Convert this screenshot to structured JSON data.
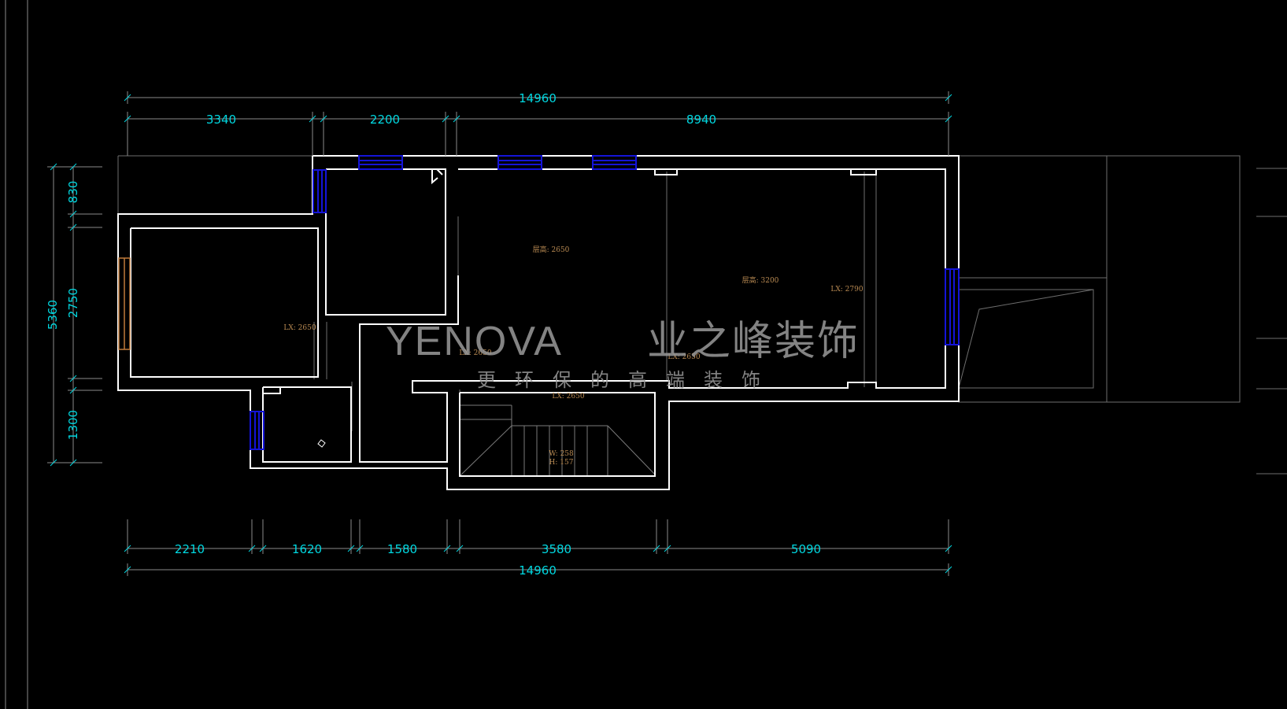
{
  "colors": {
    "background": "#000000",
    "wall": "#ffffff",
    "thin_line": "#6e6e6e",
    "dimension": "#00d7e0",
    "window": "#1414d8",
    "door": "#c07a3a",
    "note": "#b98a52",
    "watermark": "#9a9a9a"
  },
  "dimensions": {
    "top_total": "14960",
    "top_segments": [
      "3340",
      "2200",
      "8940"
    ],
    "bottom_segments": [
      "2210",
      "1620",
      "1580",
      "3580",
      "5090"
    ],
    "bottom_total": "14960",
    "left_total": "5360",
    "left_segments": [
      "830",
      "2750",
      "1300"
    ]
  },
  "annotations": {
    "height_a": "层高: 2650",
    "height_b": "层高: 3200",
    "lx_1": "LX: 2650",
    "lx_2": "LX: 2650",
    "lx_3": "LX: 2650",
    "lx_4": "LX: 2650",
    "lx_5": "LX: 2790",
    "stair_w": "W: 258",
    "stair_h": "H: 157"
  },
  "watermark": {
    "brand_latin": "YENOVA",
    "brand_cn": "业之峰装饰",
    "slogan": "更环保的高端装饰"
  }
}
